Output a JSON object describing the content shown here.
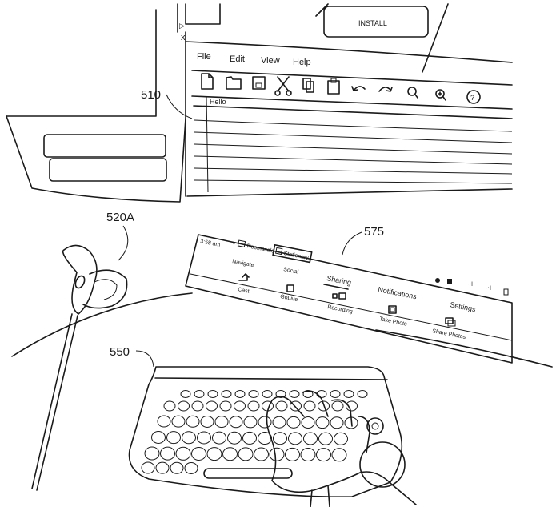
{
  "reference_labels": {
    "window": "510",
    "controller": "520A",
    "taskbar": "575",
    "keyboard": "550"
  },
  "install_button": {
    "label": "INSTALL"
  },
  "window": {
    "close_glyph": "x",
    "menu": [
      "File",
      "Edit",
      "View",
      "Help"
    ],
    "toolbar_icons": [
      "new-file-icon",
      "open-folder-icon",
      "save-icon",
      "cut-icon",
      "copy-icon",
      "paste-icon",
      "undo-icon",
      "redo-icon",
      "zoom-out-icon",
      "zoom-in-icon",
      "help-icon"
    ],
    "help_glyph": "?",
    "document_text": "Hello"
  },
  "taskbar": {
    "time": "3:58 am",
    "chip_roomscale": "Roomscale",
    "chip_stationary": "Stationary",
    "tabs": [
      "Navigate",
      "Social",
      "Sharing",
      "Notifications",
      "Settings"
    ],
    "active_tab": "Sharing",
    "actions": [
      "Cast",
      "GoLive",
      "Recording",
      "Take Photo",
      "Share Photos"
    ]
  }
}
